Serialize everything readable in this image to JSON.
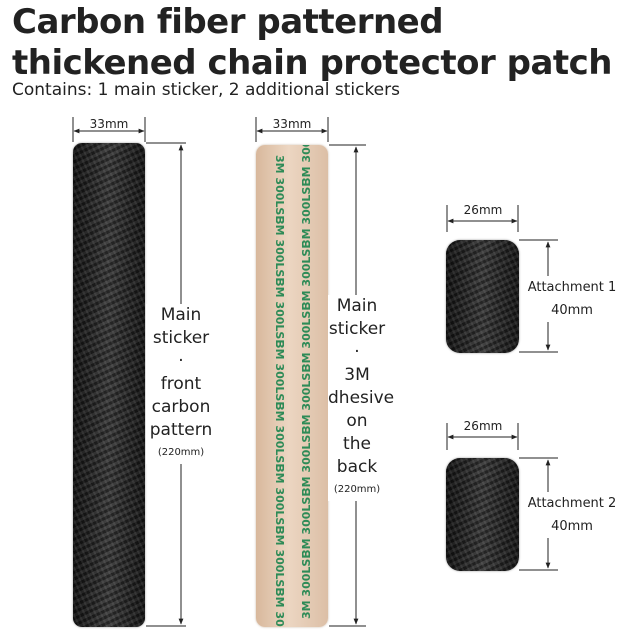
{
  "title_line1": "Carbon fiber patterned",
  "title_line2": "thickened chain protector patch",
  "subtitle": "Contains: 1 main sticker, 2 additional stickers",
  "main_front": {
    "width_label": "33mm",
    "label_lines": [
      "Main",
      "sticker",
      "·",
      "front",
      "carbon",
      "pattern"
    ],
    "length_label": "(220mm)"
  },
  "main_back": {
    "width_label": "33mm",
    "label_lines": [
      "Main",
      "sticker",
      "·",
      "3M",
      "dhesive",
      "on",
      "the",
      "back"
    ],
    "length_label": "(220mm)",
    "print_text": "3M 300LSE"
  },
  "attachment1": {
    "width_label": "26mm",
    "label_lines": [
      "Attachment 1",
      "40mm"
    ]
  },
  "attachment2": {
    "width_label": "26mm",
    "label_lines": [
      "Attachment 2",
      "40mm"
    ]
  },
  "colors": {
    "carbon": "#1a1a1a",
    "backing": "#e6cdb8",
    "print_green": "#2e8b57"
  }
}
